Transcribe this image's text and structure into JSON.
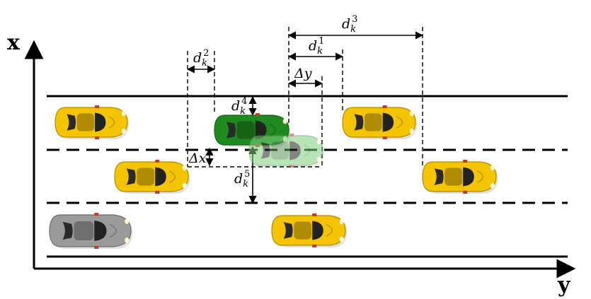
{
  "axes": {
    "x_label": "x",
    "y_label": "y"
  },
  "labels": {
    "d3": {
      "base": "d",
      "sub": "k",
      "sup": "3"
    },
    "d1": {
      "base": "d",
      "sub": "k",
      "sup": "1"
    },
    "d2": {
      "base": "d",
      "sub": "k",
      "sup": "2"
    },
    "d4": {
      "base": "d",
      "sub": "k",
      "sup": "4"
    },
    "d5": {
      "base": "d",
      "sub": "k",
      "sup": "5"
    },
    "dy": {
      "text": "Δy"
    },
    "dx": {
      "text": "Δx"
    }
  },
  "vehicles": [
    {
      "name": "yellow-car-top-left",
      "color": "#f5c400",
      "lane": "top"
    },
    {
      "name": "green-car-ego",
      "color": "#1f8a1f",
      "lane": "top"
    },
    {
      "name": "yellow-car-top-right",
      "color": "#f5c400",
      "lane": "top"
    },
    {
      "name": "ghost-car-predicted",
      "color": "#7fcf7f",
      "lane": "middle"
    },
    {
      "name": "yellow-car-middle-left",
      "color": "#f5c400",
      "lane": "middle"
    },
    {
      "name": "yellow-car-middle-right",
      "color": "#f5c400",
      "lane": "middle"
    },
    {
      "name": "gray-car-bottom-left",
      "color": "#9a9a9a",
      "lane": "bottom"
    },
    {
      "name": "yellow-car-bottom-middle",
      "color": "#f5c400",
      "lane": "bottom"
    }
  ],
  "colors": {
    "yellow_body": "#f5c400",
    "yellow_shade": "#d9a400",
    "green_body": "#1f8a1f",
    "ghost_green": "#7fcf7f",
    "gray_body": "#9a9a9a",
    "line": "#000000"
  }
}
